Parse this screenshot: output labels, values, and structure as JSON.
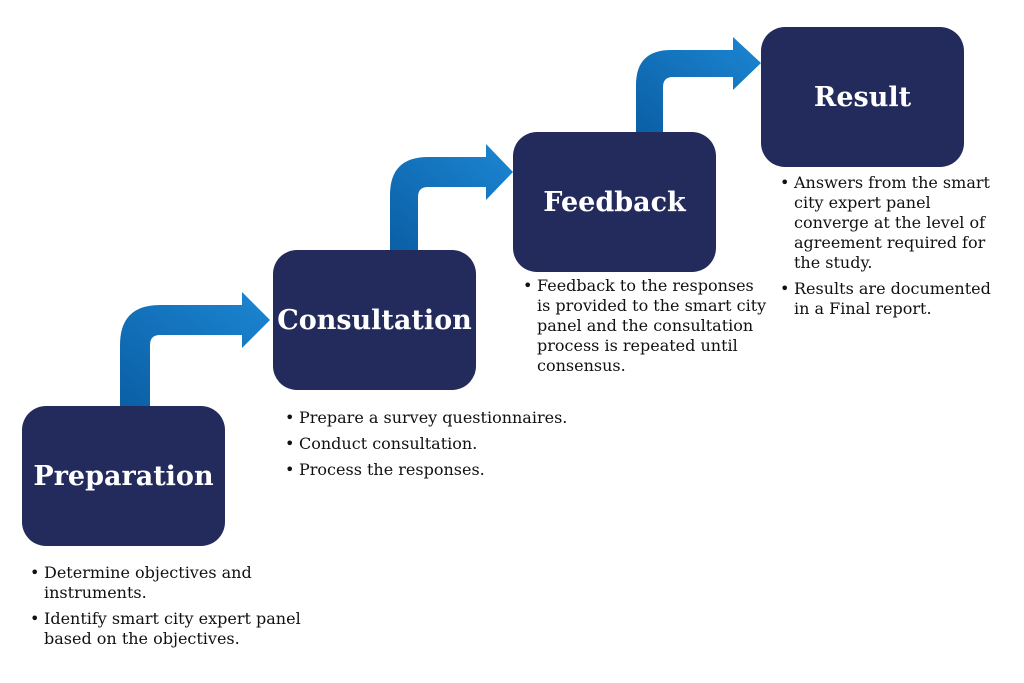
{
  "colors": {
    "box_fill": "#232a5c",
    "box_text": "#ffffff",
    "arrow": "#0e6fb8",
    "bullet_text": "#111111"
  },
  "stages": [
    {
      "title": "Preparation",
      "bullets": [
        "Determine objectives and instruments.",
        "Identify smart city expert panel based on the objectives."
      ]
    },
    {
      "title": "Consultation",
      "bullets": [
        "Prepare a survey questionnaires.",
        "Conduct consultation.",
        "Process the responses."
      ]
    },
    {
      "title": "Feedback",
      "bullets": [
        "Feedback to the responses is provided to the smart city panel and the consultation process is repeated until consensus."
      ]
    },
    {
      "title": "Result",
      "bullets": [
        "Answers from the smart city expert panel converge at the level of agreement required for the study.",
        "Results are documented in a Final report."
      ]
    }
  ]
}
